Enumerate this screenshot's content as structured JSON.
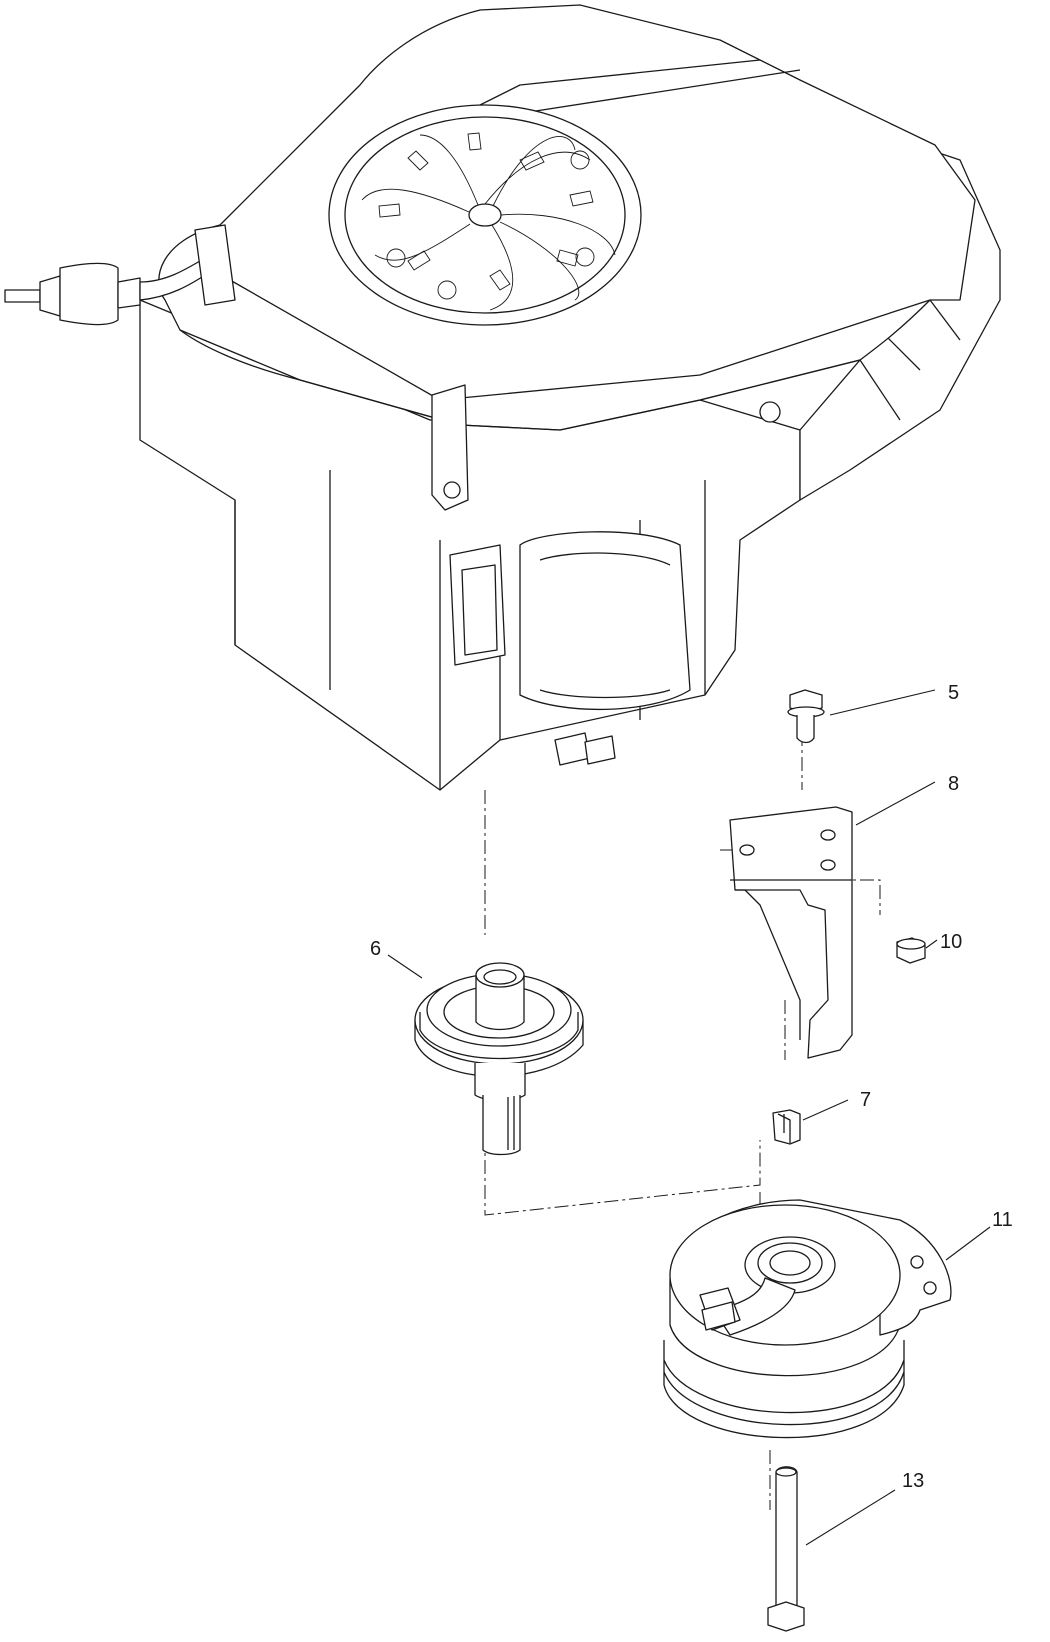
{
  "diagram": {
    "colors": {
      "line": "#1a1a1a",
      "background": "#ffffff"
    },
    "parts": {
      "engine": {
        "icon": "engine-illustration"
      },
      "bolt_5": {
        "callout": "5"
      },
      "pulley_6": {
        "callout": "6"
      },
      "key_7": {
        "callout": "7"
      },
      "bracket_8": {
        "callout": "8"
      },
      "nut_10": {
        "callout": "10"
      },
      "clutch_11": {
        "callout": "11"
      },
      "bolt_13": {
        "callout": "13"
      }
    }
  }
}
